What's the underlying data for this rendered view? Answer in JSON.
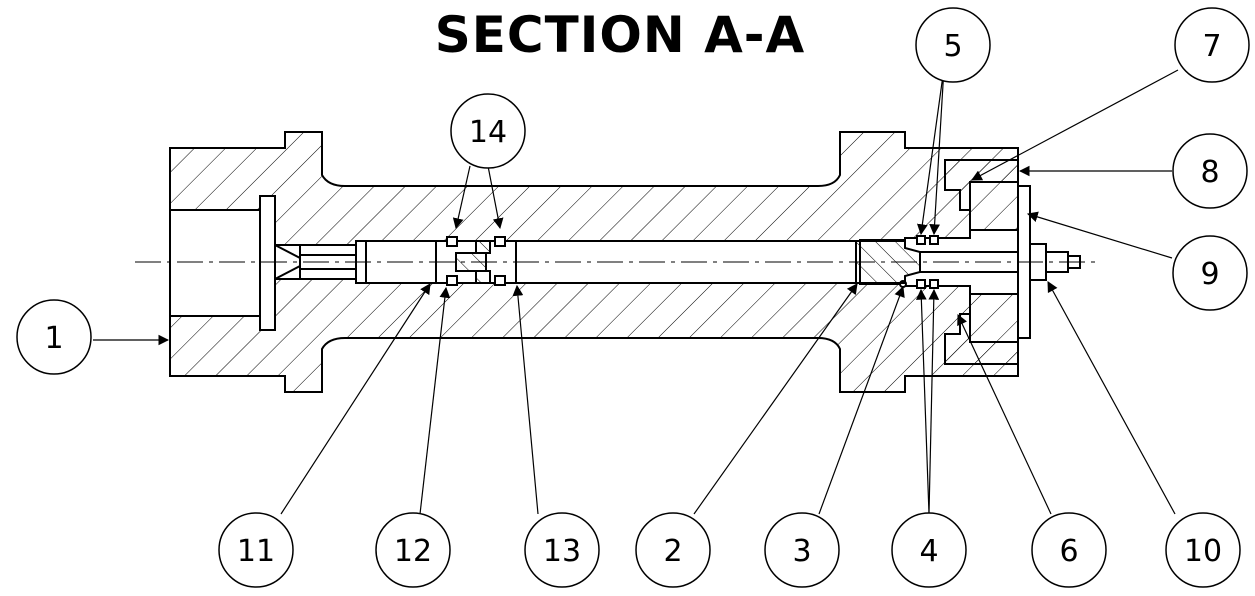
{
  "title": "SECTION A-A",
  "balloons": [
    {
      "id": "b1",
      "label": "1"
    },
    {
      "id": "b2",
      "label": "2"
    },
    {
      "id": "b3",
      "label": "3"
    },
    {
      "id": "b4",
      "label": "4"
    },
    {
      "id": "b5",
      "label": "5"
    },
    {
      "id": "b6",
      "label": "6"
    },
    {
      "id": "b7",
      "label": "7"
    },
    {
      "id": "b8",
      "label": "8"
    },
    {
      "id": "b9",
      "label": "9"
    },
    {
      "id": "b10",
      "label": "10"
    },
    {
      "id": "b11",
      "label": "11"
    },
    {
      "id": "b12",
      "label": "12"
    },
    {
      "id": "b13",
      "label": "13"
    },
    {
      "id": "b14",
      "label": "14"
    }
  ]
}
